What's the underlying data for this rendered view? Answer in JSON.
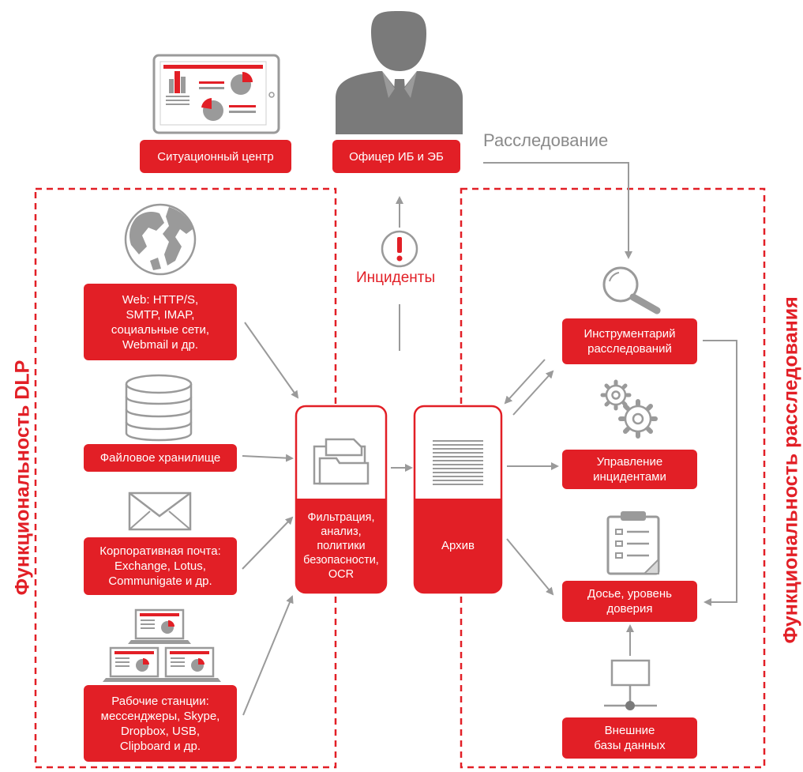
{
  "top": {
    "situation_center": "Ситуационный центр",
    "officer": "Офицер ИБ и ЭБ",
    "investigation": "Расследование",
    "incidents": "Инциденты"
  },
  "left": {
    "title": "Функциональность DLP",
    "web": "Web: HTTP/S,\nSMTP, IMAP,\nсоциальные сети,\nWebmail и др.",
    "file_storage": "Файловое хранилище",
    "corp_mail": "Корпоративная почта:\nExchange, Lotus,\nCommunigate и др.",
    "workstations": "Рабочие станции:\nмессенджеры, Skype,\nDropbox, USB,\nClipboard и др."
  },
  "center": {
    "filtering": "Фильтрация,\nанализ,\nполитики\nбезопасности,\nOCR",
    "archive": "Архив"
  },
  "right": {
    "title": "Функциональность расследования",
    "tools": "Инструментарий\nрасследований",
    "incident_mgmt": "Управление\nинцидентами",
    "dossier": "Досье, уровень\nдоверия",
    "external_db": "Внешние\nбазы данных"
  },
  "icons": {
    "monitor": "dashboard-monitor-icon",
    "person": "officer-silhouette-icon",
    "alert": "alert-icon",
    "globe": "globe-icon",
    "database": "database-icon",
    "envelope": "envelope-icon",
    "laptops": "workstations-icon",
    "folder": "folder-icon",
    "documents": "document-stack-icon",
    "magnifier": "magnifier-icon",
    "gears": "gears-icon",
    "clipboard": "clipboard-icon",
    "network": "network-db-icon"
  },
  "colors": {
    "accent": "#e21f26",
    "gray": "#8a8a8a",
    "dark_gray": "#7a7a7a"
  }
}
